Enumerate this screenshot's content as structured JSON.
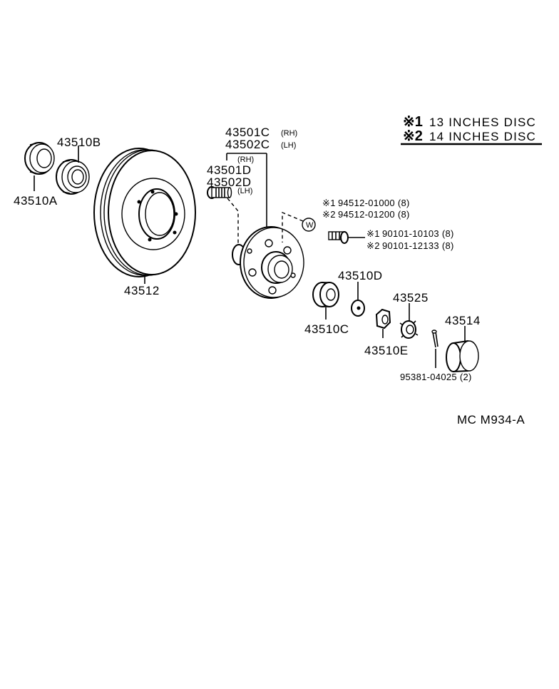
{
  "legend": {
    "items": [
      {
        "mark": "※1",
        "text": "13 INCHES DISC"
      },
      {
        "mark": "※2",
        "text": "14 INCHES DISC"
      }
    ]
  },
  "parts": {
    "p43510A": "43510A",
    "p43510B": "43510B",
    "p43512": "43512",
    "p43501C": "43501C",
    "p43501C_side": "(RH)",
    "p43502C": "43502C",
    "p43502C_side": "(LH)",
    "p43501D_side": "(RH)",
    "p43501D": "43501D",
    "p43502D": "43502D",
    "p43502D_side": "(LH)",
    "stud1_mark": "※1",
    "stud1": "94512-01000 (8)",
    "stud2_mark": "※2",
    "stud2": "94512-01200 (8)",
    "bolt1_mark": "※1",
    "bolt1": "90101-10103 (8)",
    "bolt2_mark": "※2",
    "bolt2": "90101-12133 (8)",
    "washer_mark": "W",
    "p43510D": "43510D",
    "p43510C": "43510C",
    "p43525": "43525",
    "p43510E": "43510E",
    "p43514": "43514",
    "pin": "95381-04025 (2)"
  },
  "figure_code": "MC M934-A"
}
